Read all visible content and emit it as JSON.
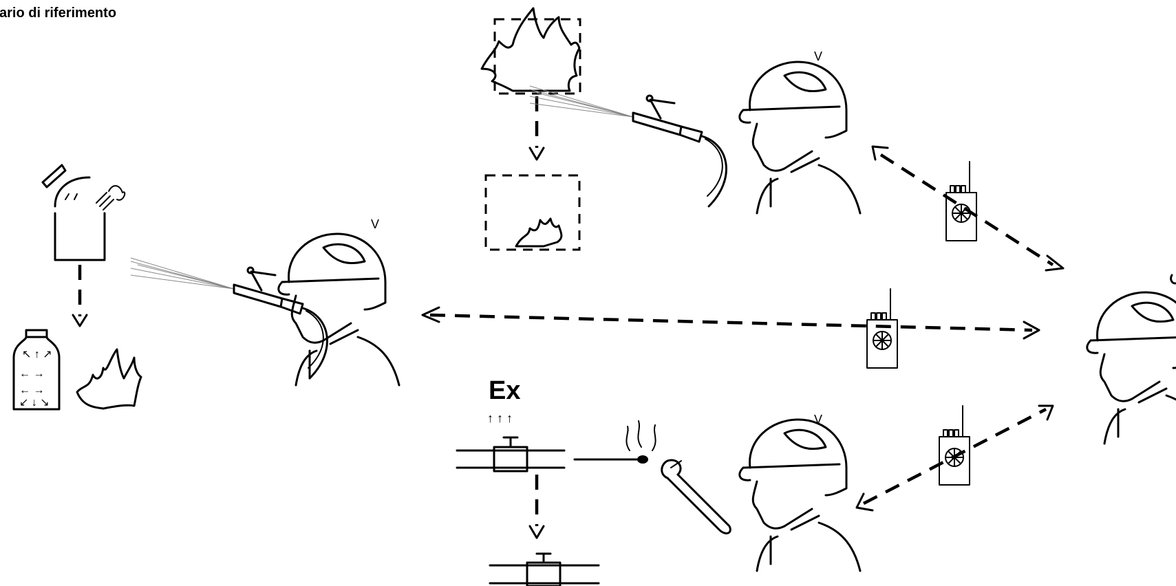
{
  "title": "ario di riferimento",
  "markers": {
    "v_top": "V",
    "v_left": "V",
    "v_bottom": "V",
    "ex_label": "Ex"
  },
  "colors": {
    "ink": "#000000",
    "background": "#ffffff",
    "spray": "#888888"
  },
  "icons": [
    "firefighter-helmet-icon",
    "fire-hose-nozzle-icon",
    "flame-icon",
    "radio-walkie-talkie-icon",
    "gas-cylinder-icon",
    "pipe-valve-icon",
    "wrench-icon",
    "match-icon"
  ]
}
